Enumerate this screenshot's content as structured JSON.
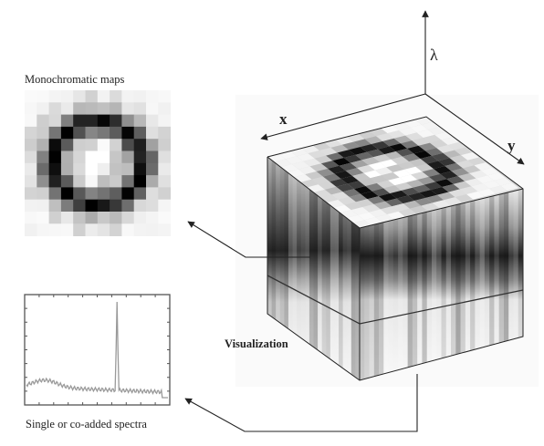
{
  "labels": {
    "monochromatic_maps": "Monochromatic maps",
    "spectra": "Single or co-added spectra",
    "visualization": "Visualization",
    "axis_x": "x",
    "axis_y": "y",
    "axis_lambda": "λ"
  },
  "colors": {
    "axis": "#222222",
    "spectrum_line": "#9a9a9a",
    "frame": "#555555"
  }
}
